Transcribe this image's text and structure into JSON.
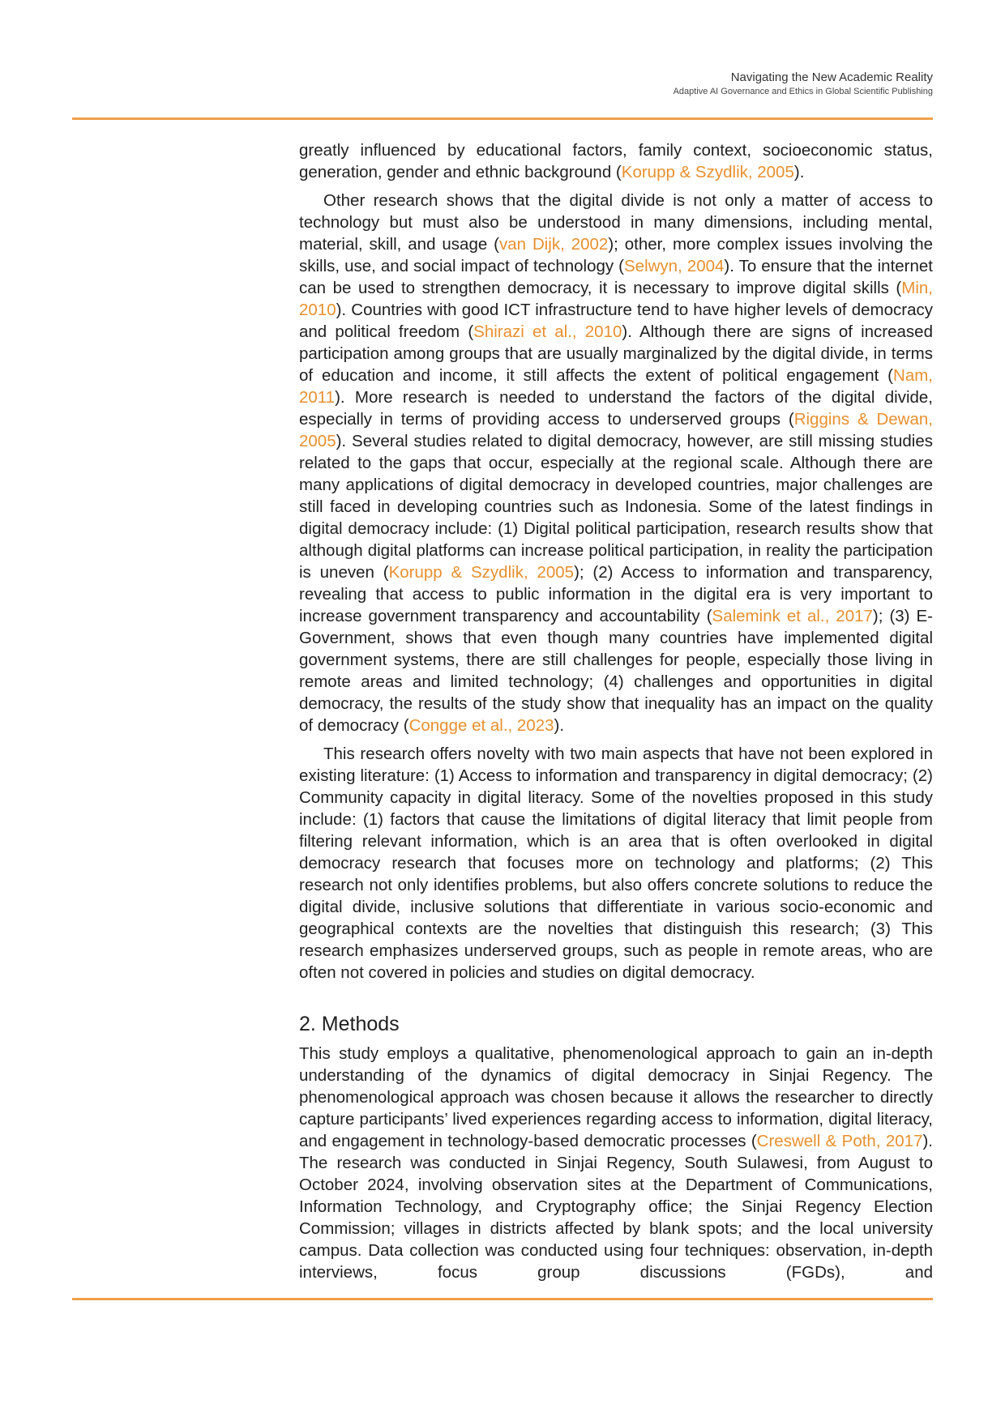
{
  "header": {
    "title": "Navigating the New Academic Reality",
    "subtitle": "Adaptive AI Governance and Ethics in Global Scientific Publishing"
  },
  "paragraphs": [
    {
      "segments": [
        {
          "t": "greatly influenced by educational factors, family context, socioeconomic status, generation, gender and ethnic background ("
        },
        {
          "t": "Korupp & Szydlik, 2005",
          "cite": true
        },
        {
          "t": ")."
        }
      ]
    },
    {
      "segments": [
        {
          "t": "Other research shows that the digital divide is not only a matter of access to technology but must also be understood in many dimensions, including mental, material, skill, and usage ("
        },
        {
          "t": "van Dijk, 2002",
          "cite": true
        },
        {
          "t": "); other, more complex issues involving the skills, use, and social impact of technology ("
        },
        {
          "t": "Selwyn, 2004",
          "cite": true
        },
        {
          "t": "). To ensure that the internet can be used to strengthen democracy, it is necessary to improve digital skills ("
        },
        {
          "t": "Min, 2010",
          "cite": true
        },
        {
          "t": "). Countries with good ICT infrastructure tend to have higher levels of democracy and political freedom ("
        },
        {
          "t": "Shirazi et al., 2010",
          "cite": true
        },
        {
          "t": "). Although there are signs of increased participation among groups that are usually marginalized by the digital divide, in terms of education and income, it still affects the extent of political engagement ("
        },
        {
          "t": "Nam, 2011",
          "cite": true
        },
        {
          "t": "). More research is needed to understand the factors of the digital divide, especially in terms of providing access to underserved groups ("
        },
        {
          "t": "Riggins & Dewan, 2005",
          "cite": true
        },
        {
          "t": "). Several studies related to digital democracy, however, are still missing studies related to the gaps that occur, especially at the regional scale. Although there are many applications of digital democracy in developed countries, major challenges are still faced in developing countries such as Indonesia. Some of the latest findings in digital democracy include: (1) Digital political participation, research results show that although digital platforms can increase political participation, in reality the participation is uneven ("
        },
        {
          "t": "Korupp & Szydlik, 2005",
          "cite": true
        },
        {
          "t": "); (2) Access to information and transparency, revealing that access to public information in the digital era is very important to increase government transparency and accountability ("
        },
        {
          "t": "Salemink et al., 2017",
          "cite": true
        },
        {
          "t": "); (3) E-Government, shows that even though many countries have implemented digital government systems, there are still challenges for people, especially those living in remote areas and limited technology; (4) challenges and opportunities in digital democracy, the results of the study show that inequality has an impact on the quality of democracy ("
        },
        {
          "t": "Congge et al., 2023",
          "cite": true
        },
        {
          "t": ")."
        }
      ]
    },
    {
      "segments": [
        {
          "t": "This research offers novelty with two main aspects that have not been explored in existing literature: (1) Access to information and transparency in digital democracy; (2) Community capacity in digital literacy. Some of the novelties proposed in this study include: (1) factors that cause the limitations of digital literacy that limit people from filtering relevant information, which is an area that is often overlooked in digital democracy research that focuses more on technology and platforms; (2) This research not only identifies problems, but also offers concrete solutions to reduce the digital divide, inclusive solutions that differentiate in various socio-economic and geographical contexts are the novelties that distinguish this research; (3) This research emphasizes underserved groups, such as people in remote areas, who are often not covered in policies and studies on digital democracy."
        }
      ]
    }
  ],
  "section": {
    "heading": "2. Methods",
    "paragraph": {
      "segments": [
        {
          "t": "This study employs a qualitative, phenomenological approach to gain an in-depth understanding of the dynamics of digital democracy in Sinjai Regency. The phenomenological approach was chosen because it allows the researcher to directly capture participants’ lived experiences regarding access to information, digital literacy, and engagement in technology-based democratic processes ("
        },
        {
          "t": "Creswell & Poth, 2017",
          "cite": true
        },
        {
          "t": "). The research was conducted in Sinjai Regency, South Sulawesi, from August to October 2024, involving observation sites at the Department of Communications, Information Technology, and Cryptography office; the Sinjai Regency Election Commission; villages in districts affected by blank spots; and the local university campus. Data collection was conducted using four techniques: observation, in-depth interviews, focus group discussions (FGDs), and"
        }
      ]
    }
  },
  "colors": {
    "accent": "#f0a04a",
    "citation": "#e8902e",
    "text": "#1f1f1f"
  }
}
